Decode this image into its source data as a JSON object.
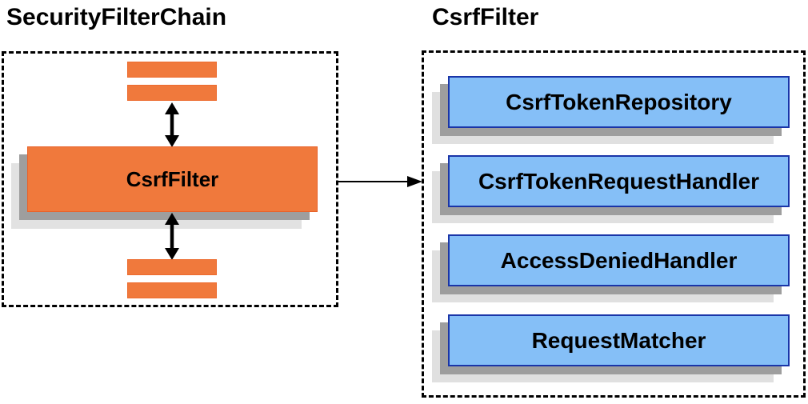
{
  "left_panel": {
    "title": "SecurityFilterChain",
    "filter_box_label": "CsrfFilter"
  },
  "right_panel": {
    "title": "CsrfFilter",
    "components": [
      {
        "label": "CsrfTokenRepository"
      },
      {
        "label": "CsrfTokenRequestHandler"
      },
      {
        "label": "AccessDeniedHandler"
      },
      {
        "label": "RequestMatcher"
      }
    ]
  },
  "icons": {
    "bidirectional_arrow": "up-down-arrow",
    "flow_arrow": "right-arrow"
  },
  "colors": {
    "orange_fill": "#F0793C",
    "orange_border": "#E8622A",
    "blue_fill": "#85BFF7",
    "blue_border": "#1A35A8",
    "shadow_dark": "#9E9E9E",
    "shadow_light": "#E0E0E0",
    "boundary_dash": "#000000",
    "text": "#000000",
    "background": "#FFFFFF"
  }
}
